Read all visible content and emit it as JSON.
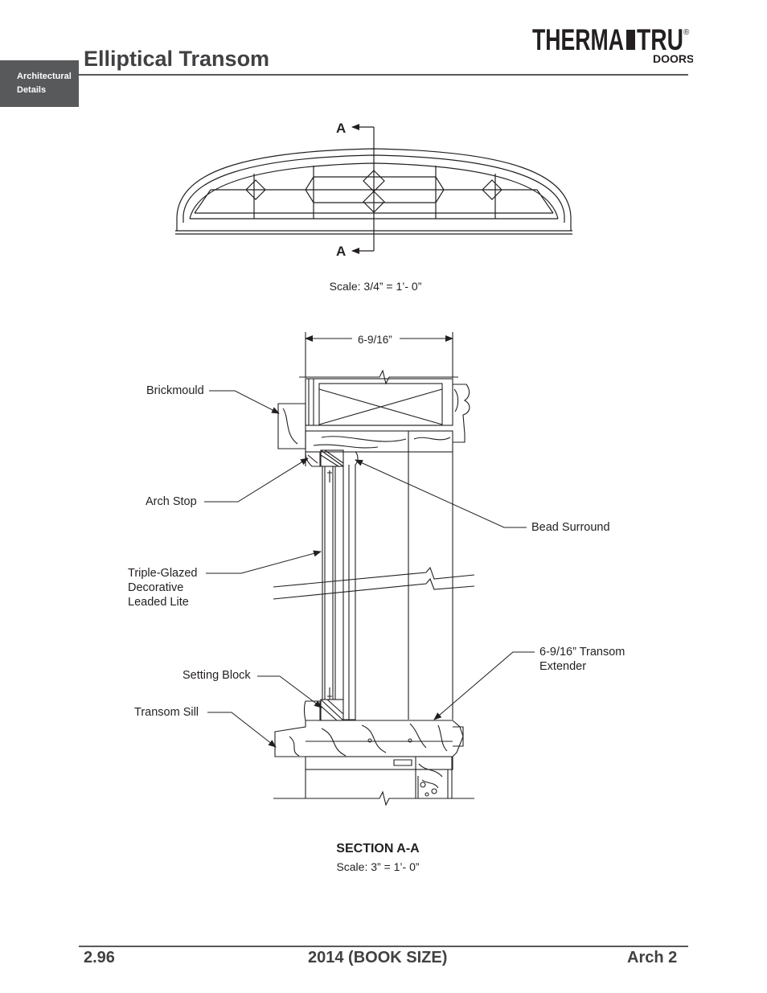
{
  "header": {
    "side_tab_line1": "Architectural",
    "side_tab_line2": "Details",
    "title": "Elliptical Transom",
    "logo_text": "THERMA",
    "logo_text2": "TRU",
    "logo_sub": "DOORS",
    "logo_reg": "®"
  },
  "elevation": {
    "section_mark_top": "A",
    "section_mark_bottom": "A",
    "scale": "Scale: 3/4” = 1’- 0”"
  },
  "section": {
    "dimension": "6-9/16”",
    "labels": {
      "brickmould": "Brickmould",
      "arch_stop": "Arch Stop",
      "bead_surround": "Bead Surround",
      "triple_glazed": "Triple-Glazed\nDecorative\nLeaded Lite",
      "transom_extender": "6-9/16” Transom\nExtender",
      "setting_block": "Setting Block",
      "transom_sill": "Transom Sill"
    },
    "title": "SECTION A-A",
    "scale": "Scale: 3” = 1’- 0”"
  },
  "footer": {
    "page_number": "2.96",
    "edition": "2014 (BOOK SIZE)",
    "section": "Arch 2"
  },
  "colors": {
    "ink": "#231f20",
    "tab_gray": "#58595b",
    "title_gray": "#414042"
  }
}
